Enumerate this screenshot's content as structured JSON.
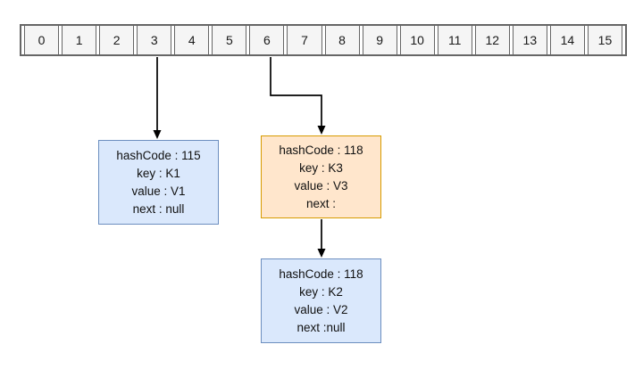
{
  "array": {
    "cells": [
      "0",
      "1",
      "2",
      "3",
      "4",
      "5",
      "6",
      "7",
      "8",
      "9",
      "10",
      "11",
      "12",
      "13",
      "14",
      "15"
    ]
  },
  "nodes": [
    {
      "id": "node-k1",
      "variant": "blue",
      "lines": [
        "hashCode : 115",
        "key : K1",
        "value : V1",
        "next : null"
      ]
    },
    {
      "id": "node-k3",
      "variant": "orange",
      "lines": [
        "hashCode : 118",
        "key : K3",
        "value : V3",
        "next :"
      ]
    },
    {
      "id": "node-k2",
      "variant": "blue",
      "lines": [
        "hashCode : 118",
        "key : K2",
        "value : V2",
        "next :null"
      ]
    }
  ],
  "colors": {
    "cell_fill": "#f5f5f5",
    "cell_stroke": "#666666",
    "blue_node_fill": "#dae8fc",
    "blue_node_stroke": "#6c8ebf",
    "orange_node_fill": "#ffe6cc",
    "orange_node_stroke": "#d79b00",
    "arrow": "#000000",
    "background": "#ffffff"
  }
}
